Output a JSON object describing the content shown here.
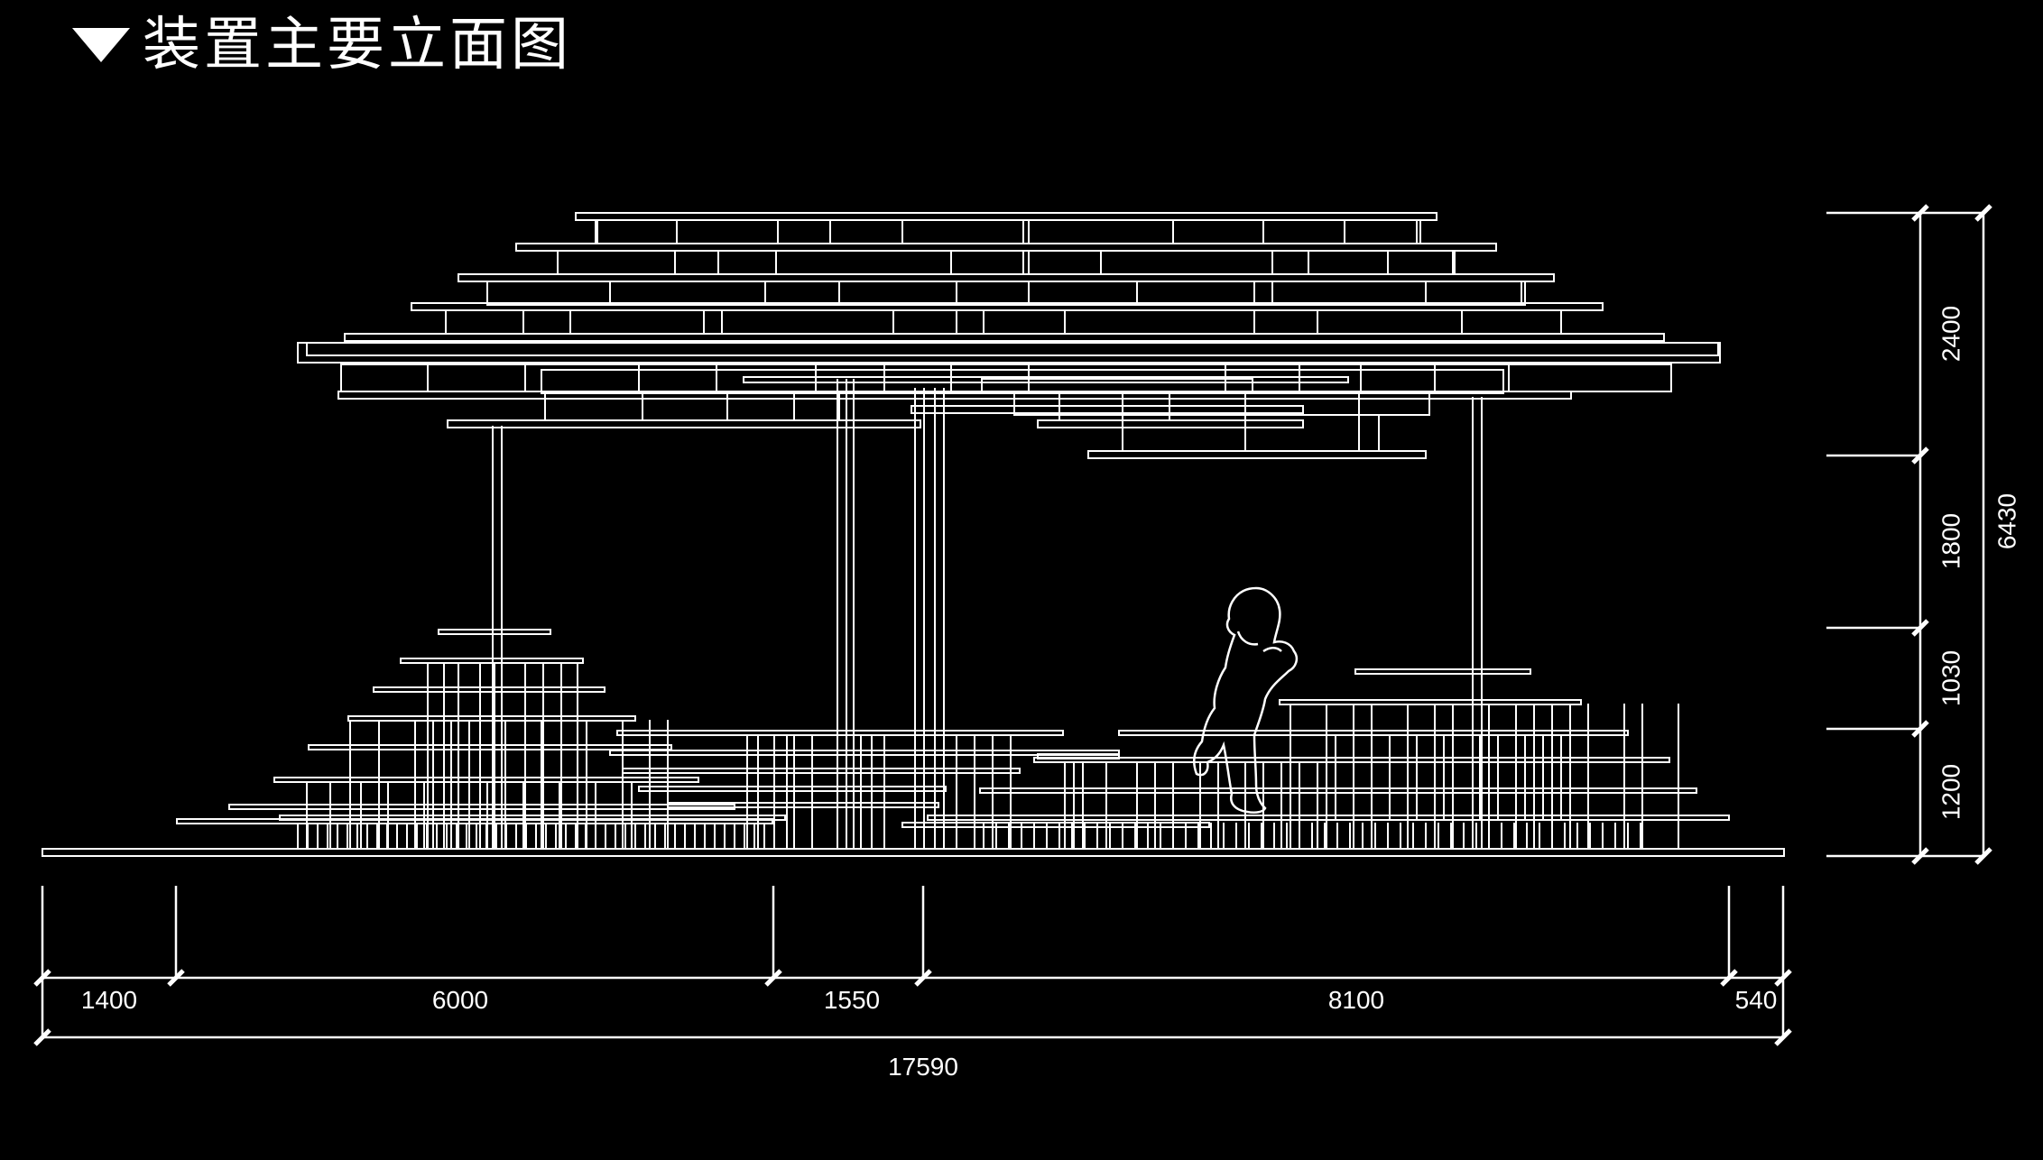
{
  "title": "装置主要立面图",
  "colors": {
    "background": "#000000",
    "line": "#ffffff"
  },
  "icon": "triangle-down-icon",
  "dimensions": {
    "horizontal": [
      "1400",
      "6000",
      "1550",
      "8100",
      "540"
    ],
    "horizontal_total": "17590",
    "vertical": [
      "2400",
      "1800",
      "1030",
      "1200"
    ],
    "vertical_total": "6430"
  }
}
